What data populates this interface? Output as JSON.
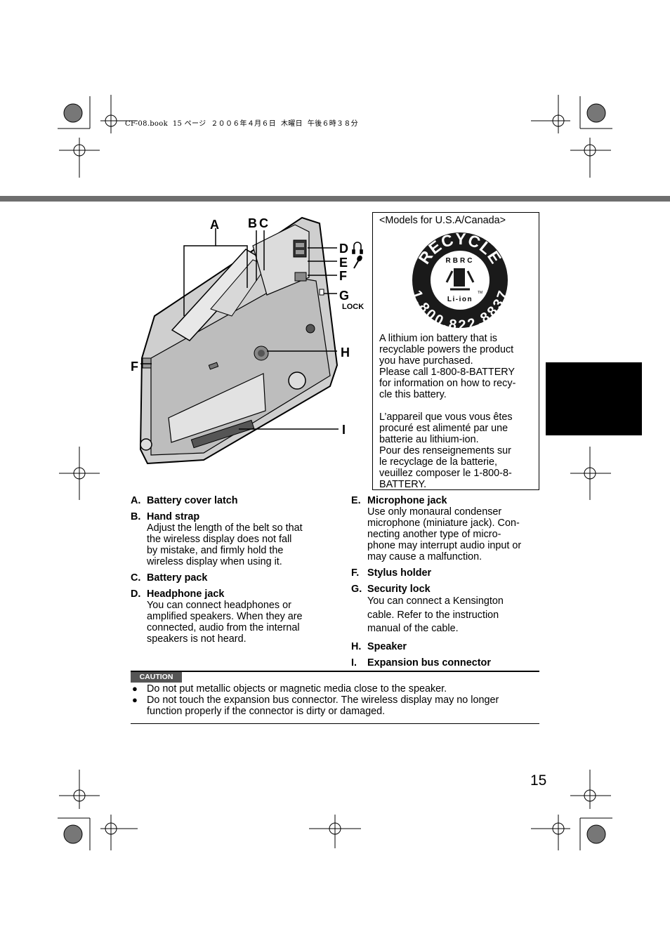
{
  "print_header": "CF-08.book  15 ページ  ２００６年４月６日  木曜日  午後６時３８分",
  "page_number": "15",
  "diagram": {
    "callouts": {
      "A": "A",
      "B": "B",
      "C": "C",
      "D": "D",
      "E": "E",
      "F_right": "F",
      "G": "G",
      "lock": "LOCK",
      "H": "H",
      "F_left": "F",
      "I": "I"
    },
    "icons": [
      "headphone-icon",
      "microphone-icon"
    ]
  },
  "recycle_box": {
    "models": "<Models for U.S.A/Canada>",
    "logo": {
      "word": "RECYCLE",
      "org": "RBRC",
      "chemistry": "Li-ion",
      "phone": "1.800.822.8837",
      "trademark": "TM"
    },
    "english": [
      "A lithium ion battery that is",
      "recyclable powers the product",
      "you have purchased.",
      "Please call 1-800-8-BATTERY",
      "for information on how to recy-",
      "cle this battery."
    ],
    "french": [
      "L’appareil que vous vous êtes",
      "procuré est alimenté par une",
      "batterie au lithium-ion.",
      "Pour des renseignements sur",
      "le recyclage de la batterie,",
      "veuillez composer le 1-800-8-",
      "BATTERY."
    ]
  },
  "legend_left": [
    {
      "letter": "A.",
      "title": "Battery cover latch",
      "desc": []
    },
    {
      "letter": "B.",
      "title": "Hand strap",
      "desc": [
        "Adjust the length of the belt so that",
        "the wireless display does not fall",
        "by mistake, and firmly hold the",
        "wireless display when using it."
      ]
    },
    {
      "letter": "C.",
      "title": "Battery pack",
      "desc": []
    },
    {
      "letter": "D.",
      "title": "Headphone jack",
      "desc": [
        "You can connect headphones or",
        "amplified speakers. When they are",
        "connected, audio from the internal",
        "speakers is not heard."
      ]
    }
  ],
  "legend_right": [
    {
      "letter": "E.",
      "title": "Microphone jack",
      "desc": [
        "Use only monaural condenser",
        "microphone (miniature jack). Con-",
        "necting another type of micro-",
        "phone may interrupt audio input or",
        "may cause a malfunction."
      ]
    },
    {
      "letter": "F.",
      "title": "Stylus holder",
      "desc": []
    },
    {
      "letter": "G.",
      "title": "Security lock",
      "desc": [
        "You can connect a Kensington",
        "cable. Refer to the instruction",
        "manual of the cable."
      ]
    },
    {
      "letter": "H.",
      "title": "Speaker",
      "desc": []
    },
    {
      "letter": "I.",
      "title": "Expansion bus connector",
      "desc": []
    }
  ],
  "caution": {
    "label": "CAUTION",
    "items": [
      [
        "Do not put metallic objects or magnetic media close to the speaker."
      ],
      [
        "Do not touch the expansion bus connector. The wireless display may no longer",
        "function properly if the connector is dirty or damaged."
      ]
    ]
  }
}
